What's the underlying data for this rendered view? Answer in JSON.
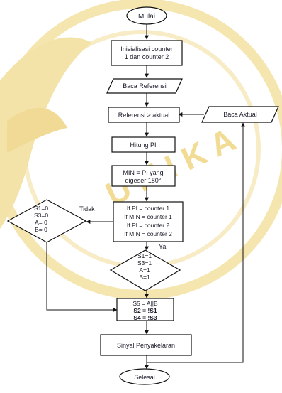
{
  "colors": {
    "watermark": "#f1d98a",
    "node_fill": "#ffffff",
    "node_stroke": "#111111",
    "text": "#1c1c2a"
  },
  "watermark": {
    "text": "U N I K A"
  },
  "nodes": {
    "start": [
      "Mulai"
    ],
    "init": [
      "Inisialisasi counter",
      "1 dan counter 2"
    ],
    "read_reference": [
      "Baca Referensi"
    ],
    "reference_actual": [
      "Referensi ≥ aktual"
    ],
    "calc_pi": [
      "Hitung PI"
    ],
    "min_pi": [
      "MIN = PI yang",
      "digeser 180°"
    ],
    "read_actual": [
      "Baca Aktual"
    ],
    "condition_main": [
      "If PI = counter 1",
      "If MIN = counter 1",
      "If PI = counter 2",
      "If MIN = counter 2"
    ],
    "decision_left": [
      "S1=0",
      "S3=0",
      "A= 0",
      "B= 0"
    ],
    "decision_right": [
      "S1=1",
      "S3=1",
      "A=1",
      "B=1"
    ],
    "assign": [
      "S5 = A||B",
      "S2 = !S1",
      "S4 = !S3"
    ],
    "signal": [
      "Sinyal Penyakelaran"
    ],
    "end": [
      "Selesai"
    ]
  },
  "edge_labels": {
    "no": "Tidak",
    "yes": "Ya"
  }
}
